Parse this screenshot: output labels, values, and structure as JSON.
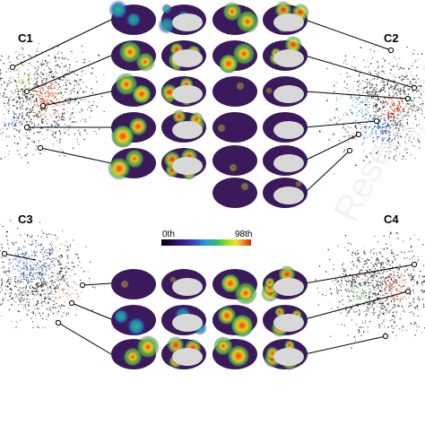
{
  "panels": [
    {
      "id": "c1",
      "label": "C1"
    },
    {
      "id": "c2",
      "label": "C2"
    },
    {
      "id": "c3",
      "label": "C3"
    },
    {
      "id": "c4",
      "label": "C4"
    }
  ],
  "colorbar": {
    "min_label": "0th",
    "max_label": "98th",
    "colors": [
      "#000000",
      "#2a0a4a",
      "#3b1c8c",
      "#3050d0",
      "#20a0e0",
      "#30c060",
      "#a0e020",
      "#f0e020",
      "#f08020",
      "#e02010"
    ]
  },
  "colors": {
    "cortex_base": "#3a1a5a",
    "medial_wall": "#d8d8d8",
    "network_dot": "#222222",
    "connector": "#000000"
  },
  "watermark": "ResearchGate"
}
